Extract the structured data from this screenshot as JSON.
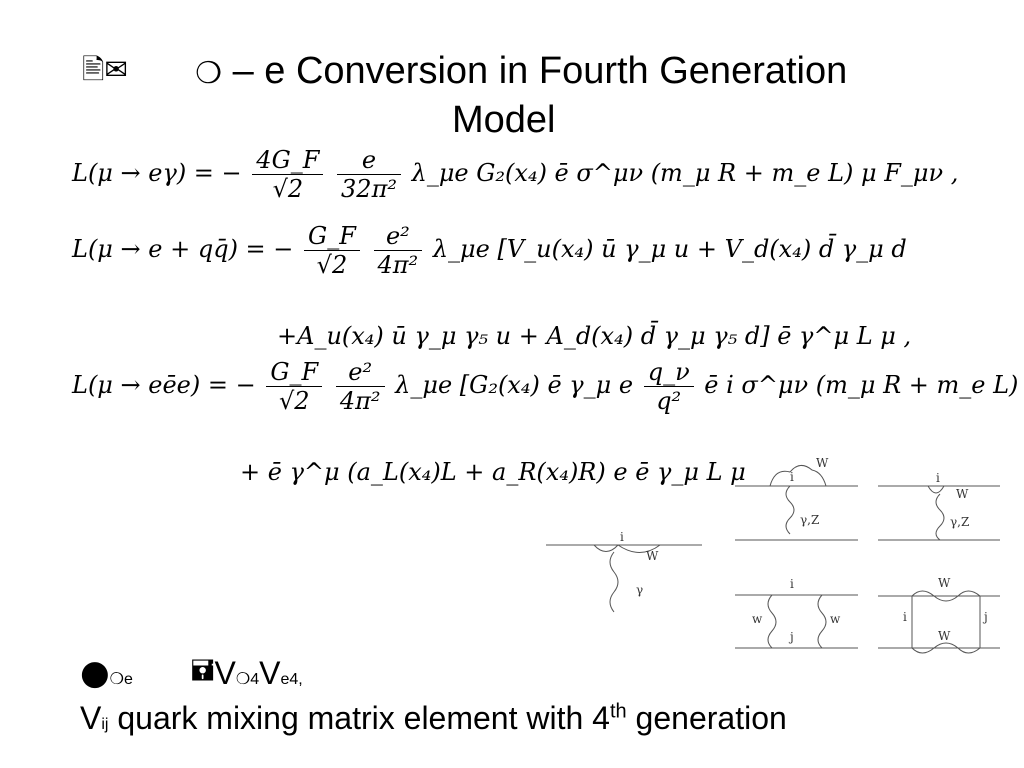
{
  "title": {
    "icons_glyph": "🖹✉",
    "mu_glyph": "❍",
    "line1": " – e Conversion in Fourth Generation",
    "line2": "Model"
  },
  "equations": [
    {
      "lhs": "L(μ → eγ) = −",
      "f1_num": "4G_F",
      "f1_den": "√2",
      "f2_num": "e",
      "f2_den": "32π²",
      "rhs": "λ_μe G₂(x₄) ē σ^μν (m_μ R + m_e L) μ F_μν ,"
    },
    {
      "lhs": "L(μ → e + qq̄) = −",
      "f1_num": "G_F",
      "f1_den": "√2",
      "f2_num": "e²",
      "f2_den": "4π²",
      "rhs": "λ_μe [V_u(x₄) ū γ_μ u + V_d(x₄) d̄ γ_μ d"
    },
    {
      "text": "+A_u(x₄) ū γ_μ γ₅ u + A_d(x₄) d̄ γ_μ γ₅ d] ē γ^μ L μ ,"
    },
    {
      "lhs": "L(μ → eēe) = −",
      "f1_num": "G_F",
      "f1_den": "√2",
      "f2_num": "e²",
      "f2_den": "4π²",
      "rhs": "λ_μe [G₂(x₄) ē γ_μ e",
      "f3_num": "q_ν",
      "f3_den": "q²",
      "rhs2": "ē i σ^μν (m_μ R + m_e L) μ"
    },
    {
      "text": "+  ē γ^μ (a_L(x₄)L + a_R(x₄)R) e ē γ_μ L μ"
    }
  ],
  "diagrams": {
    "labels": {
      "i": "i",
      "j": "j",
      "w_upper": "W",
      "w_lower": "w",
      "gamma": "γ",
      "gamma_z": "γ,Z"
    }
  },
  "bottom": {
    "dot": "●",
    "sub_mu_e": "❍e",
    "box_glyph": "🖬",
    "v1": "V",
    "sub_mu4": "❍4",
    "v2": "V",
    "sub_e4": "e4,",
    "line2_v": "V",
    "line2_sub": "ij",
    "line2_text": " quark mixing matrix element with 4",
    "line2_sup": "th",
    "line2_end": " generation"
  }
}
